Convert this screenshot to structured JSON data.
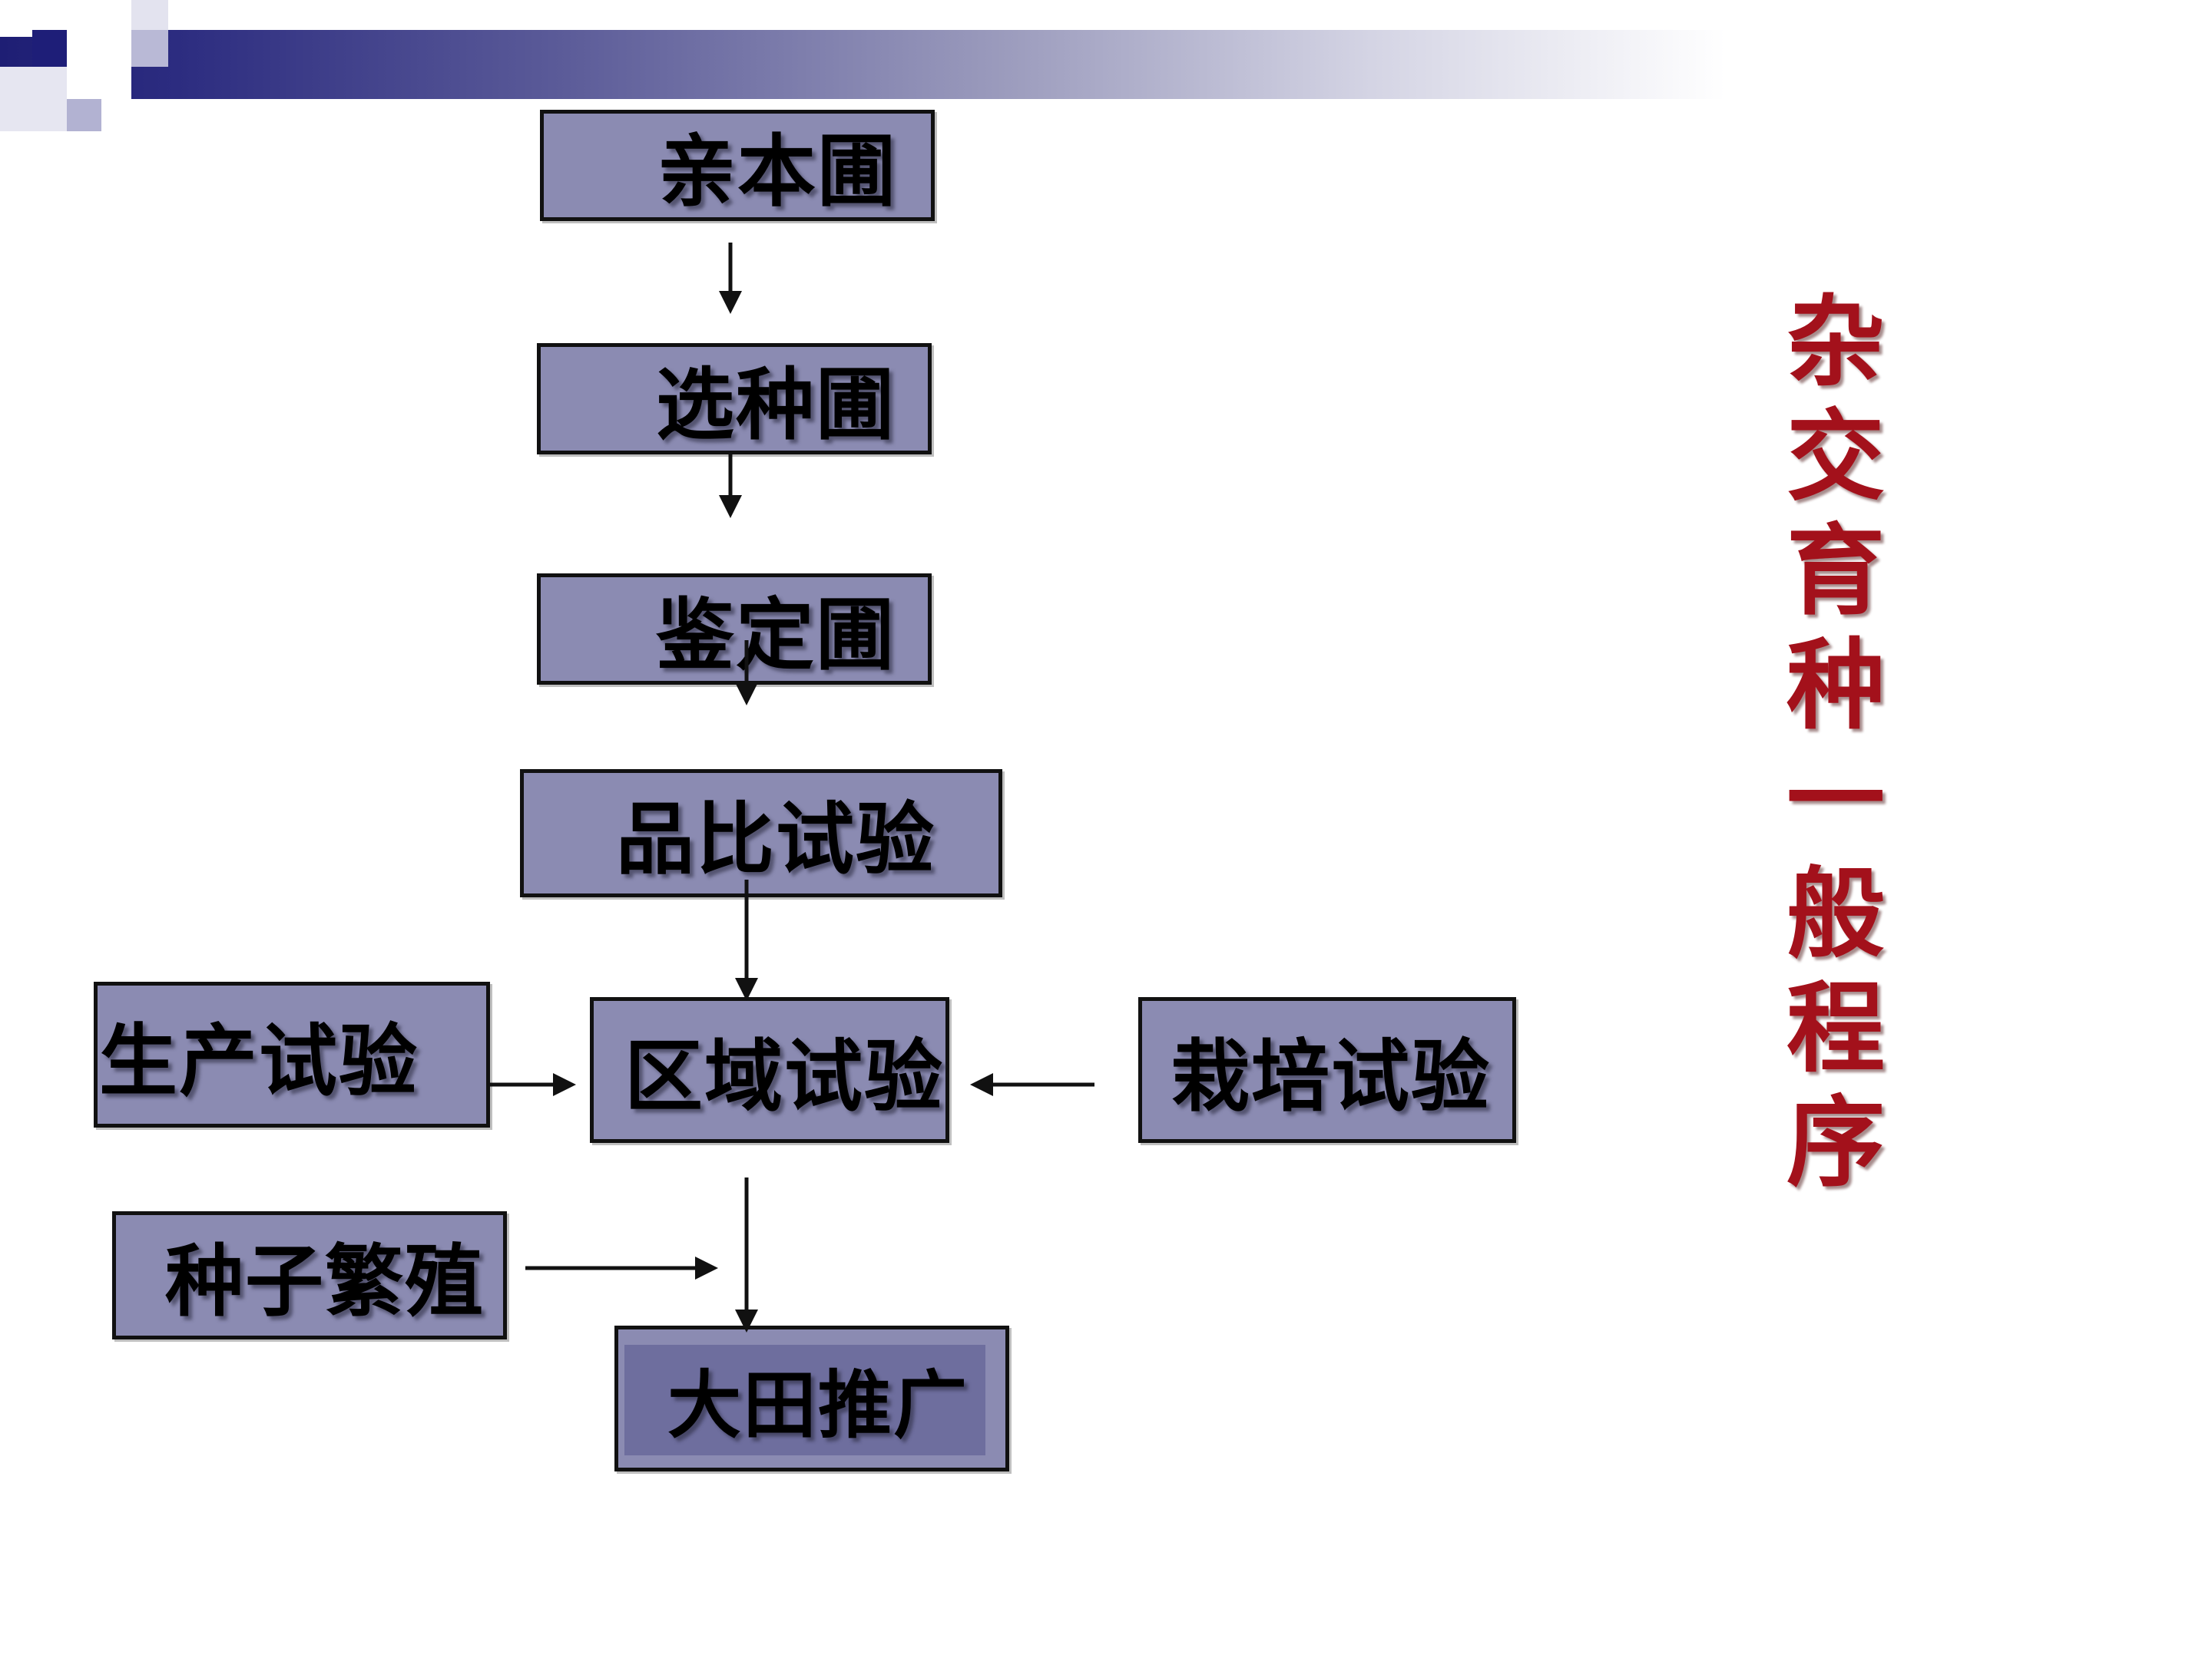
{
  "nodes": {
    "parent_nursery": "亲本圃",
    "selection_nursery": "选种圃",
    "evaluation_nursery": "鉴定圃",
    "variety_trial": "品比试验",
    "regional_trial": "区域试验",
    "production_trial": "生产试验",
    "cultivation_trial": "栽培试验",
    "seed_propagation": "种子繁殖",
    "field_promotion": "大田推广"
  },
  "title_chars": [
    "杂",
    "交",
    "育",
    "种",
    "一",
    "般",
    "程",
    "序"
  ],
  "colors": {
    "box_fill": "#8b8bb2",
    "box_inner": "#6e6e9e",
    "title_red": "#a3111b",
    "header_dark": "#1e1e74"
  }
}
